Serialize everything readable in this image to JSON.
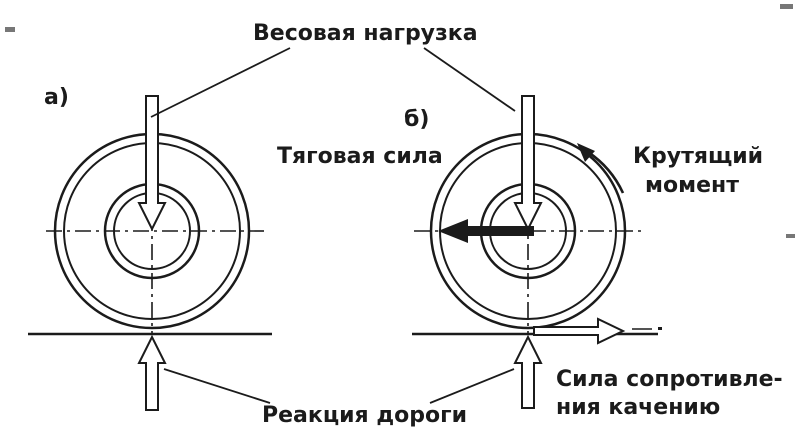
{
  "figure": {
    "labels": {
      "weight_load": "Весовая нагрузка",
      "part_a": "а)",
      "part_b": "б)",
      "traction_force": "Тяговая сила",
      "torque_line1": "Крутящий",
      "torque_line2": "момент",
      "road_reaction": "Реакция дороги",
      "rolling_resistance_line1": "Сила сопротивле-",
      "rolling_resistance_line2": "ния качению"
    },
    "colors": {
      "ink": "#1b1b1b",
      "background": "#ffffff"
    }
  }
}
